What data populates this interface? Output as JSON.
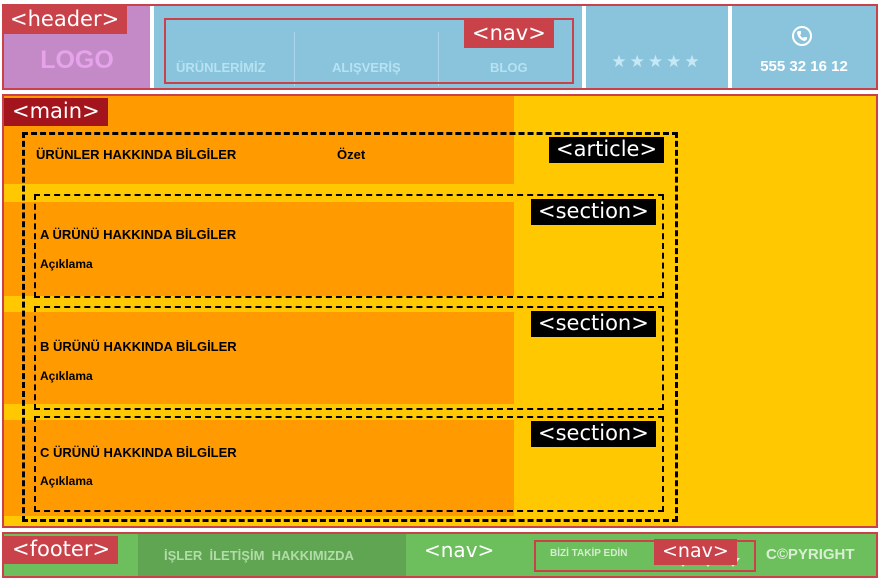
{
  "header": {
    "tag": "<header>",
    "logo": "LOGO",
    "nav_tag": "<nav>",
    "nav_items": [
      "ÜRÜNLERİMİZ",
      "ALIŞVERİŞ",
      "BLOG"
    ],
    "stars": "★★★★★",
    "phone_icon": "phone-icon",
    "phone": "555 32 16 12"
  },
  "main": {
    "tag": "<main>",
    "article": {
      "tag": "<article>",
      "title": "ÜRÜNLER HAKKINDA BİLGİLER",
      "summary": "Özet"
    },
    "sections": [
      {
        "tag": "<section>",
        "title": "A ÜRÜNÜ HAKKINDA BİLGİLER",
        "desc": "Açıklama"
      },
      {
        "tag": "<section>",
        "title": "B ÜRÜNÜ HAKKINDA BİLGİLER",
        "desc": "Açıklama"
      },
      {
        "tag": "<section>",
        "title": "C ÜRÜNÜ HAKKINDA BİLGİLER",
        "desc": "Açıklama"
      }
    ]
  },
  "footer": {
    "tag": "<footer>",
    "links": "İŞLER  İLETİŞİM  HAKKIMIZDA",
    "nav_tag": "<nav>",
    "follow": "BİZİ TAKİP EDİN",
    "nav_tag2": "<nav>",
    "copyright": "C©PYRIGHT"
  },
  "colors": {
    "header_blue": "#8ac4dc",
    "logo_purple": "#c48ac8",
    "main_orange": "#ff9a00",
    "main_yellow": "#ffc800",
    "footer_green": "#6cbf5c",
    "tag_red": "#c9424a"
  }
}
